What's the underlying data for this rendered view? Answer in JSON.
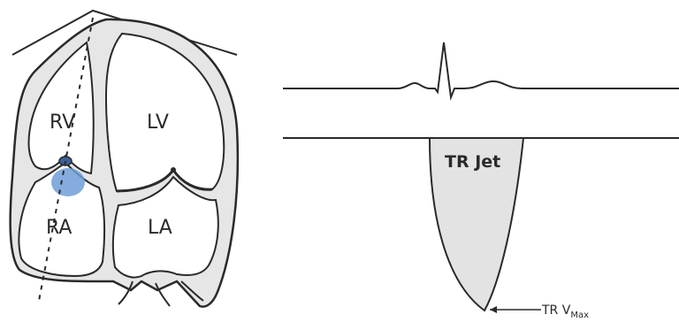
{
  "heart": {
    "chambers": {
      "rv": "RV",
      "lv": "LV",
      "ra": "RA",
      "la": "LA"
    }
  },
  "doppler": {
    "jet_label": "TR Jet",
    "vmax_label_main": "TR V",
    "vmax_label_sub": "Max"
  },
  "colors": {
    "stroke": "#2a2a2a",
    "wall_fill": "#e6e6e6",
    "jet_fill": "#e3e3e3",
    "regurgitation": "#6f9fd8"
  }
}
